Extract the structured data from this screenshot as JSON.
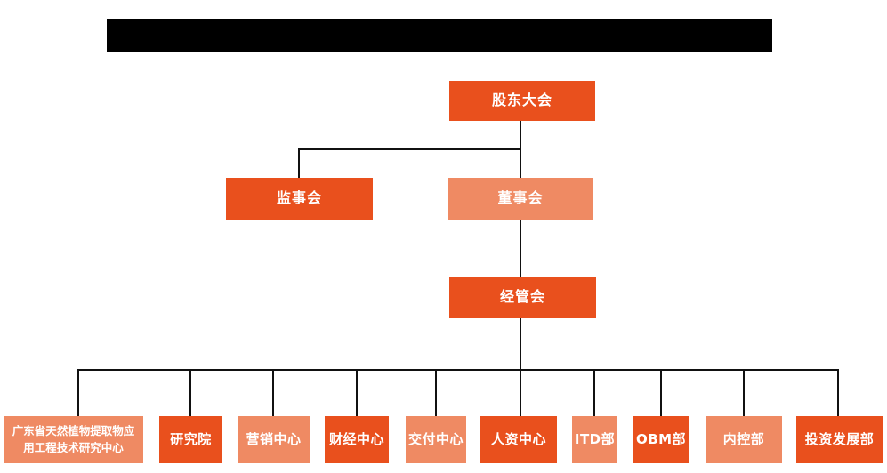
{
  "colors": {
    "primary": "#E9501D",
    "secondary": "#EF8A63",
    "line": "#111111",
    "node_text": "#FFFFFF",
    "redaction": "#000000",
    "background": "#FFFFFF"
  },
  "header": {
    "redacted_title_bar": true
  },
  "org": {
    "level1": {
      "label": "股东大会"
    },
    "level2": [
      {
        "label": "监事会",
        "variant": "primary"
      },
      {
        "label": "董事会",
        "variant": "secondary"
      }
    ],
    "level3": {
      "label": "经管会",
      "variant": "primary"
    },
    "level4": [
      {
        "label": "广东省天然植物提取物应用工程技术研究中心",
        "variant": "secondary"
      },
      {
        "label": "研究院",
        "variant": "primary"
      },
      {
        "label": "营销中心",
        "variant": "secondary"
      },
      {
        "label": "财经中心",
        "variant": "primary"
      },
      {
        "label": "交付中心",
        "variant": "secondary"
      },
      {
        "label": "人资中心",
        "variant": "primary"
      },
      {
        "label": "ITD部",
        "variant": "secondary"
      },
      {
        "label": "OBM部",
        "variant": "primary"
      },
      {
        "label": "内控部",
        "variant": "secondary"
      },
      {
        "label": "投资发展部",
        "variant": "primary"
      }
    ],
    "connections": [
      [
        "股东大会",
        "监事会"
      ],
      [
        "股东大会",
        "董事会"
      ],
      [
        "董事会",
        "经管会"
      ],
      [
        "经管会",
        "广东省天然植物提取物应用工程技术研究中心"
      ],
      [
        "经管会",
        "研究院"
      ],
      [
        "经管会",
        "营销中心"
      ],
      [
        "经管会",
        "财经中心"
      ],
      [
        "经管会",
        "交付中心"
      ],
      [
        "经管会",
        "人资中心"
      ],
      [
        "经管会",
        "ITD部"
      ],
      [
        "经管会",
        "OBM部"
      ],
      [
        "经管会",
        "内控部"
      ],
      [
        "经管会",
        "投资发展部"
      ]
    ]
  }
}
